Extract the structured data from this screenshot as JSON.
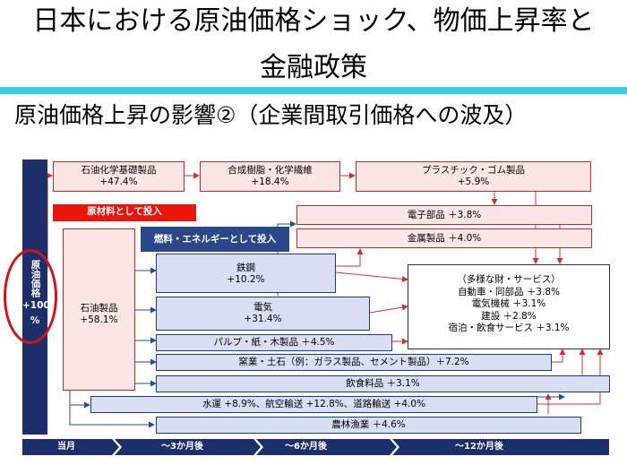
{
  "slide": {
    "title_line1": "日本における原油価格ショック、物価上昇率と",
    "title_line2": "金融政策",
    "subtitle": "原油価格上昇の影響②（企業間取引価格への波及）"
  },
  "diagram": {
    "source": {
      "name": "原油価格",
      "value": "+100",
      "unit": "%"
    },
    "labels": {
      "raw_material": "原材料として投入",
      "fuel_energy": "燃料・エネルギーとして投入"
    },
    "nodes": [
      {
        "id": "petrochem_basic",
        "label": "石油化学基礎製品",
        "value": "+47.4%"
      },
      {
        "id": "synthetic_resin",
        "label": "合成樹脂・化学繊維",
        "value": "+18.4%"
      },
      {
        "id": "plastic_rubber",
        "label": "プラスチック・ゴム製品",
        "value": "+5.9%"
      },
      {
        "id": "electronic_parts",
        "label": "電子部品 ＋3.8%"
      },
      {
        "id": "metal_products",
        "label": "金属製品 ＋4.0%"
      },
      {
        "id": "petroleum",
        "label": "石油製品",
        "value": "+58.1%"
      },
      {
        "id": "steel",
        "label": "鉄鋼",
        "value": "+10.2%"
      },
      {
        "id": "electricity",
        "label": "電気",
        "value": "+31.4%"
      },
      {
        "id": "pulp",
        "label": "パルプ・紙・木製品 ＋4.5%"
      },
      {
        "id": "ceramics",
        "label": "窯業・土石（例：ガラス製品、セメント製品）＋7.2%"
      },
      {
        "id": "food",
        "label": "飲食料品 ＋3.1%"
      },
      {
        "id": "transport",
        "label": "水運 +8.9%、航空輸送 +12.8%、道路輸送 +4.0%"
      },
      {
        "id": "agri",
        "label": "農林漁業 ＋4.6%"
      }
    ],
    "goods_services": {
      "heading": "（多様な財・サービス）",
      "items": [
        "自動車・同部品 ＋3.8%",
        "電気機械 ＋3.1%",
        "建設 ＋2.8%",
        "宿泊・飲食サービス ＋3.1%"
      ]
    },
    "timeline": [
      "当月",
      "～3か月後",
      "～6か月後",
      "～12か月後"
    ],
    "colors": {
      "navy": "#1c2f6a",
      "red_label": "#e8160c",
      "pink_fill": "#fbe6e6",
      "blue_fill": "#d9dff3",
      "arrow_red": "#d32f2f",
      "arrow_blue": "#1e4fa3",
      "rule": "#2fd3ee"
    }
  }
}
